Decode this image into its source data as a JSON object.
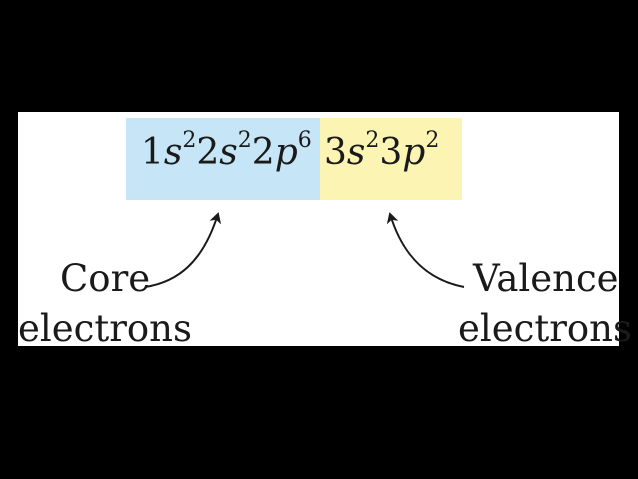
{
  "core": {
    "color": "#c6e6f7",
    "terms": [
      {
        "coeff": "1",
        "orb": "s",
        "exp": "2"
      },
      {
        "coeff": "2",
        "orb": "s",
        "exp": "2"
      },
      {
        "coeff": "2",
        "orb": "p",
        "exp": "6"
      }
    ],
    "label_line1": "Core",
    "label_line2": "electrons"
  },
  "valence": {
    "color": "#fbf4b3",
    "terms": [
      {
        "coeff": "3",
        "orb": "s",
        "exp": "2"
      },
      {
        "coeff": "3",
        "orb": "p",
        "exp": "2"
      }
    ],
    "label_line1": "Valence",
    "label_line2": "electrons"
  }
}
